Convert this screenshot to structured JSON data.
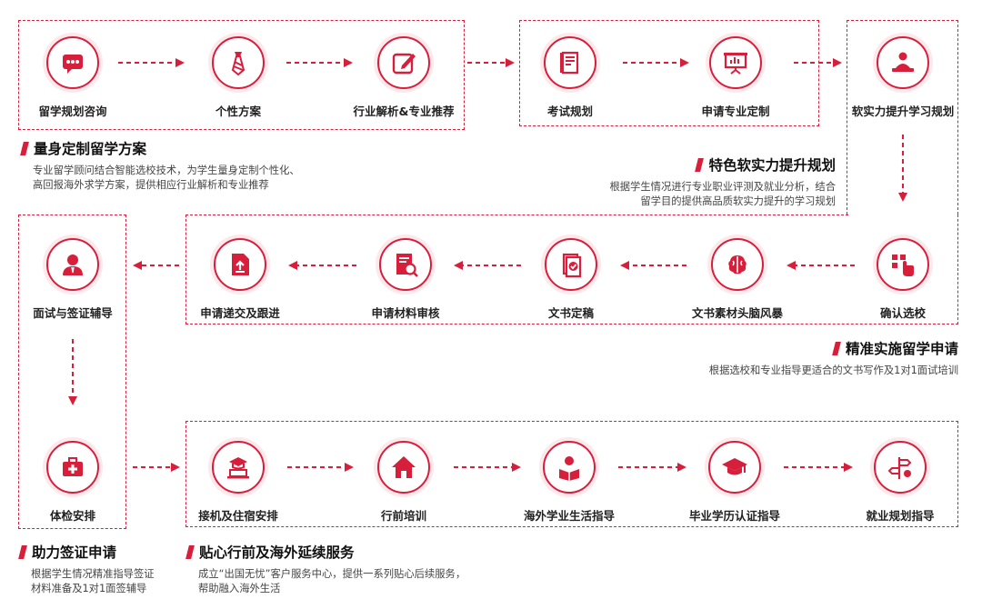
{
  "colors": {
    "accent": "#d71f3c"
  },
  "nodes": {
    "n1": {
      "label": "留学规划咨询",
      "icon": "chat-bubble-icon"
    },
    "n2": {
      "label": "个性方案",
      "icon": "necktie-icon"
    },
    "n3": {
      "label": "行业解析&专业推荐",
      "icon": "edit-icon"
    },
    "n4": {
      "label": "考试规划",
      "icon": "exam-paper-icon"
    },
    "n5": {
      "label": "申请专业定制",
      "icon": "presentation-board-icon"
    },
    "n6": {
      "label": "软实力提升学习规划",
      "icon": "student-laptop-icon"
    },
    "n7": {
      "label": "确认选校",
      "icon": "touch-select-icon"
    },
    "n8": {
      "label": "文书素材头脑风暴",
      "icon": "brain-icon"
    },
    "n9": {
      "label": "文书定稿",
      "icon": "document-check-icon"
    },
    "n10": {
      "label": "申请材料审核",
      "icon": "document-search-icon"
    },
    "n11": {
      "label": "申请递交及跟进",
      "icon": "upload-file-icon"
    },
    "n12": {
      "label": "面试与签证辅导",
      "icon": "person-icon"
    },
    "n13": {
      "label": "体检安排",
      "icon": "medical-kit-icon"
    },
    "n14": {
      "label": "接机及住宿安排",
      "icon": "graduation-laptop-icon"
    },
    "n15": {
      "label": "行前培训",
      "icon": "home-icon"
    },
    "n16": {
      "label": "海外学业生活指导",
      "icon": "reading-person-icon"
    },
    "n17": {
      "label": "毕业学历认证指导",
      "icon": "graduation-cap-icon"
    },
    "n18": {
      "label": "就业规划指导",
      "icon": "signpost-icon"
    }
  },
  "sections": {
    "s1": {
      "title": "量身定制留学方案",
      "desc1": "专业留学顾问结合智能选校技术，为学生量身定制个性化、",
      "desc2": "高回报海外求学方案，提供相应行业解析和专业推荐"
    },
    "s2": {
      "title": "特色软实力提升规划",
      "desc1": "根据学生情况进行专业职业评测及就业分析，结合",
      "desc2": "留学目的提供高品质软实力提升的学习规划"
    },
    "s3": {
      "title": "精准实施留学申请",
      "desc1": "根据选校和专业指导更适合的文书写作及1对1面试培训"
    },
    "s4": {
      "title": "助力签证申请",
      "desc1": "根据学生情况精准指导签证",
      "desc2": "材料准备及1对1面签辅导"
    },
    "s5": {
      "title": "贴心行前及海外延续服务",
      "desc1": "成立“出国无忧”客户服务中心，提供一系列贴心后续服务，",
      "desc2": "帮助融入海外生活"
    }
  }
}
